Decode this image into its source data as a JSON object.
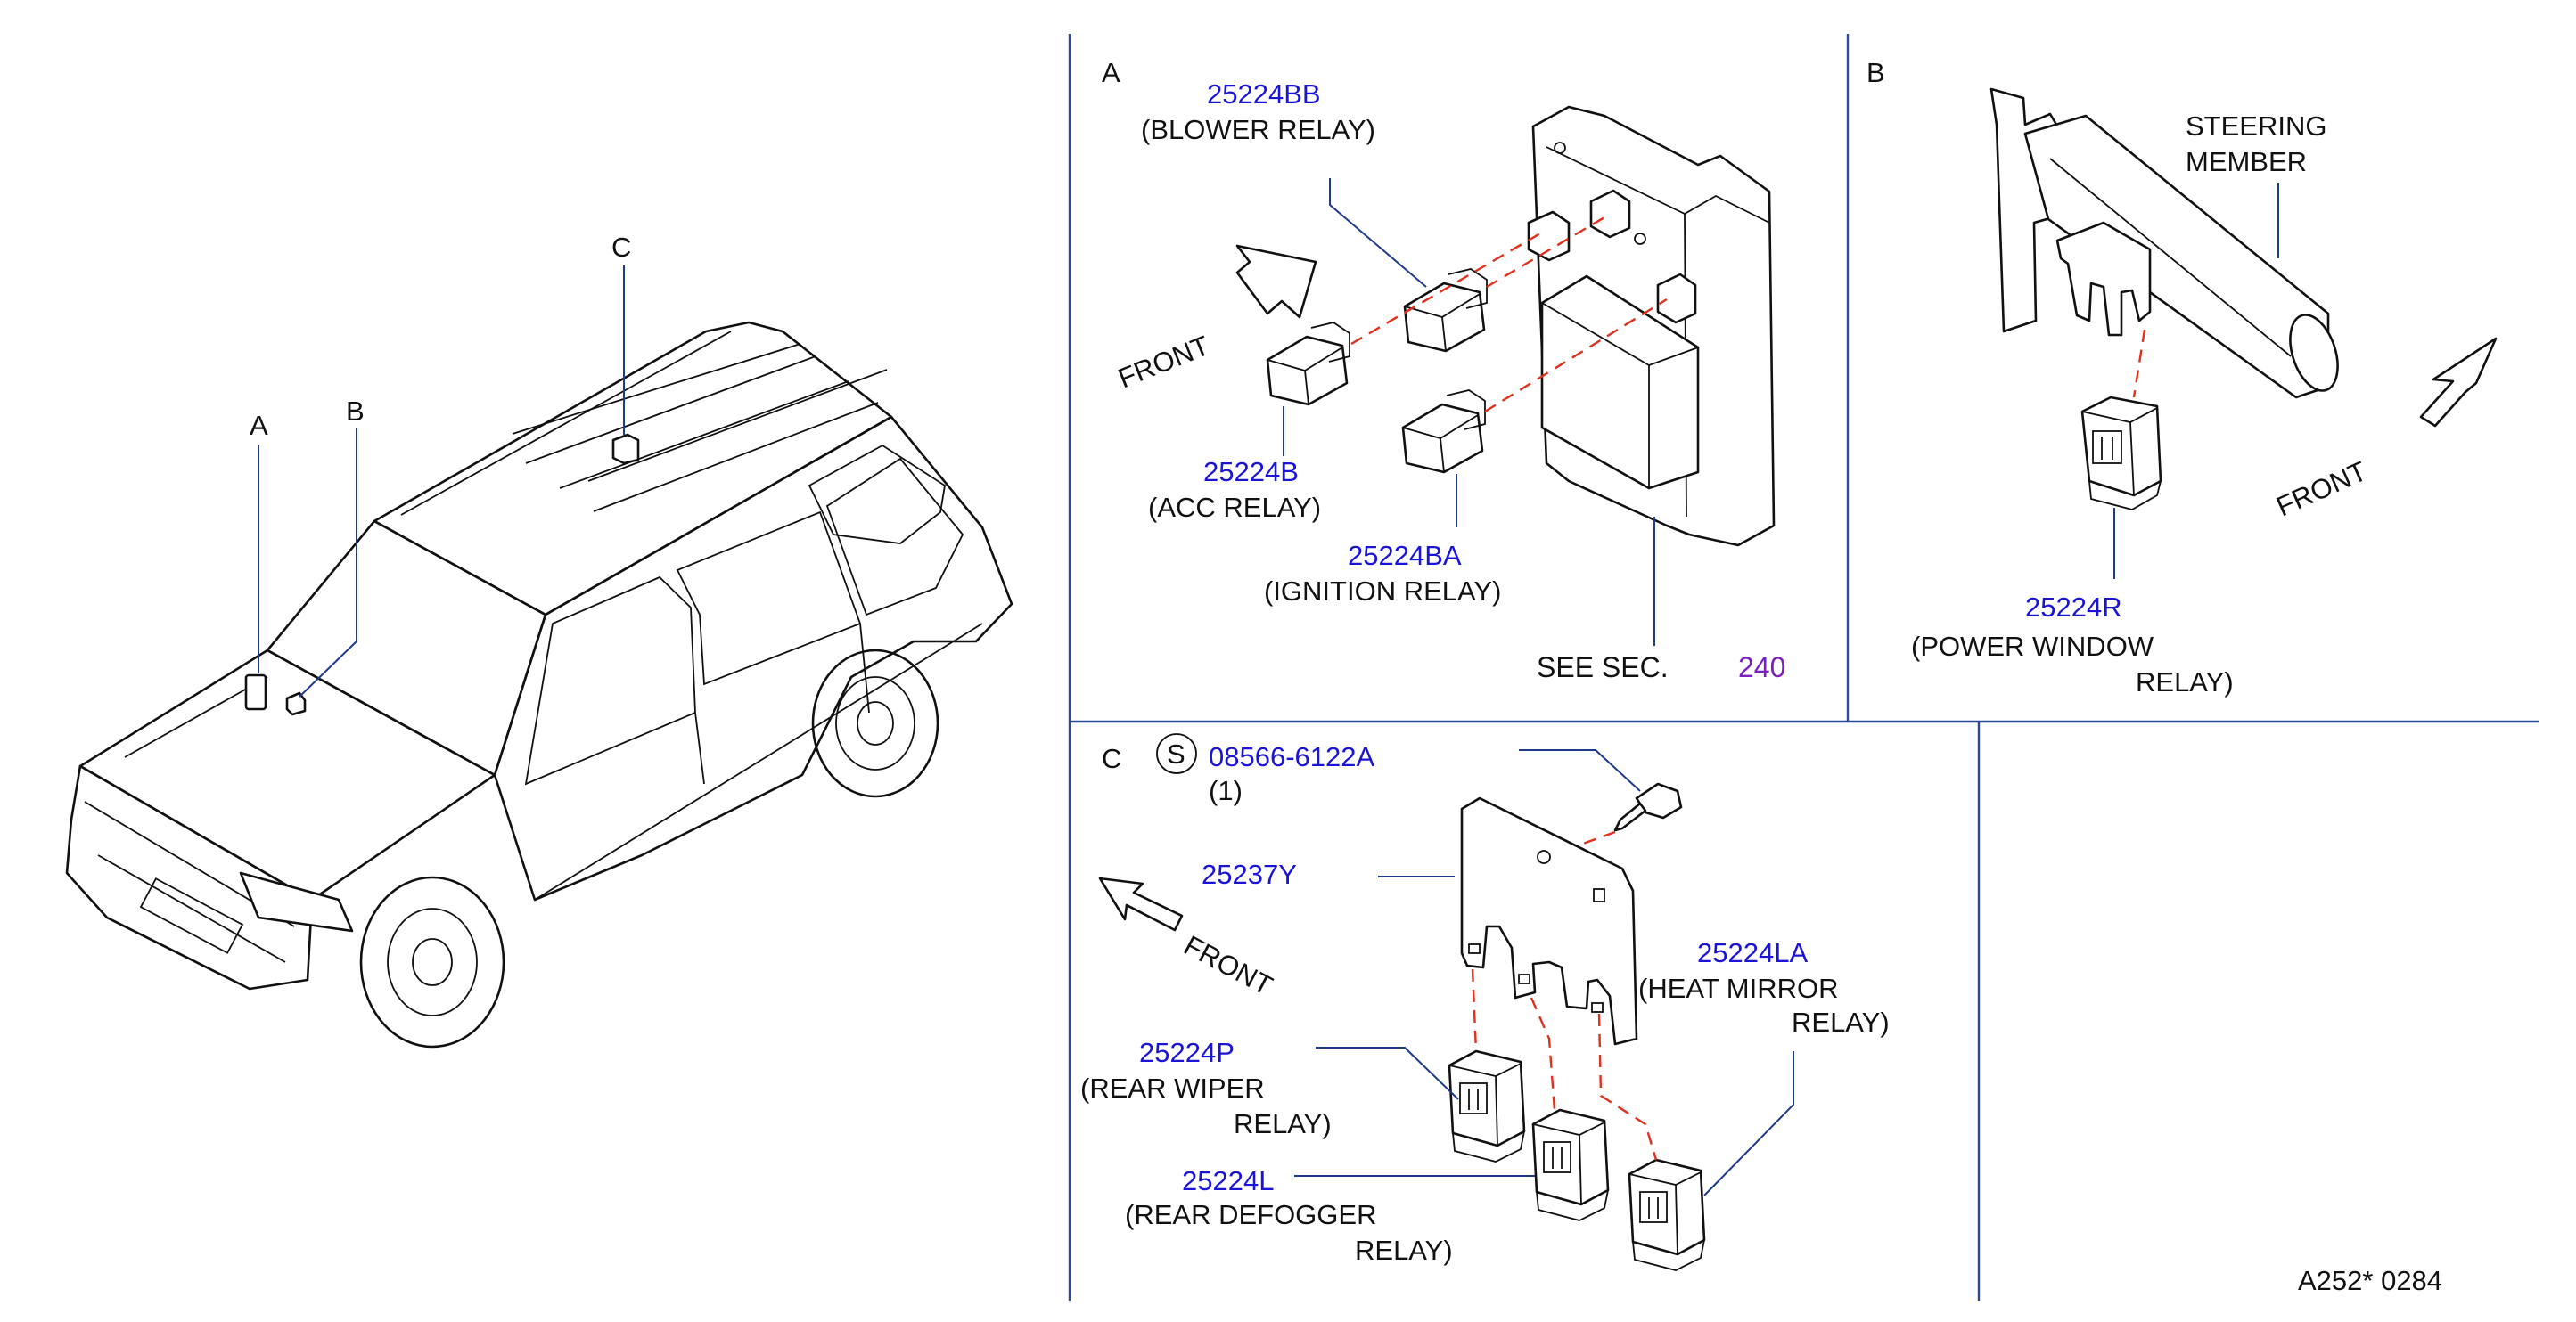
{
  "vehicle": {
    "callouts": {
      "a": "A",
      "b": "B",
      "c": "C"
    }
  },
  "section_a": {
    "letter": "A",
    "front": "FRONT",
    "blower": {
      "part": "25224BB",
      "name": "(BLOWER   RELAY)"
    },
    "acc": {
      "part": "25224B",
      "name": "(ACC   RELAY)"
    },
    "ignition": {
      "part": "25224BA",
      "name": "(IGNITION   RELAY)"
    },
    "see_sec": "SEE   SEC.",
    "sec_num": "240"
  },
  "section_b": {
    "letter": "B",
    "steering_1": "STEERING",
    "steering_2": "MEMBER",
    "front": "FRONT",
    "power_window": {
      "part": "25224R",
      "name_1": "(POWER   WINDOW",
      "name_2": "RELAY)"
    }
  },
  "section_c": {
    "letter": "C",
    "screw_symbol": "S",
    "screw": {
      "part": "08566-6122A",
      "qty": "(1)"
    },
    "bracket": {
      "part": "25237Y"
    },
    "front": "FRONT",
    "heat_mirror": {
      "part": "25224LA",
      "name_1": "(HEAT   MIRROR",
      "name_2": "RELAY)"
    },
    "rear_wiper": {
      "part": "25224P",
      "name_1": "(REAR   WIPER",
      "name_2": "RELAY)"
    },
    "rear_defogger": {
      "part": "25224L",
      "name_1": "(REAR   DEFOGGER",
      "name_2": "RELAY)"
    }
  },
  "footer": {
    "code": "A252*   0284"
  },
  "colors": {
    "part_number": "#1a14d8",
    "section_ref": "#7a1fc0",
    "leader": "#1e3c8c",
    "dash": "#e0301e",
    "frame": "#2a4a9a"
  }
}
